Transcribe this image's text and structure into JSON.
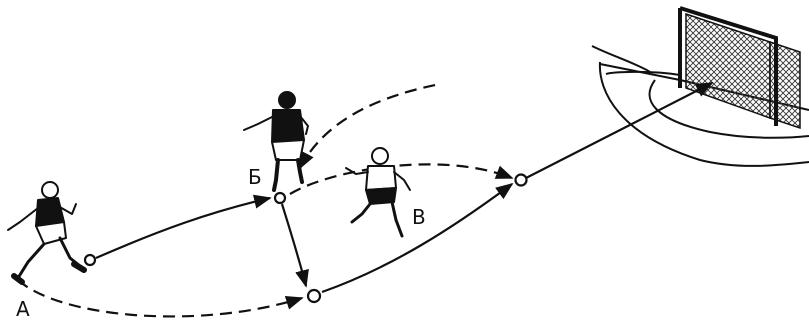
{
  "labels": {
    "player_a": "А",
    "player_b": "Б",
    "player_c": "В"
  },
  "colors": {
    "ink": "#111111",
    "background": "#ffffff",
    "net": "#333333"
  },
  "elements": {
    "goal": "goal-icon",
    "players": [
      "player-a-figure",
      "player-b-figure",
      "player-c-figure"
    ],
    "balls": [
      "ball-start",
      "ball-b",
      "ball-low",
      "ball-mid"
    ]
  }
}
